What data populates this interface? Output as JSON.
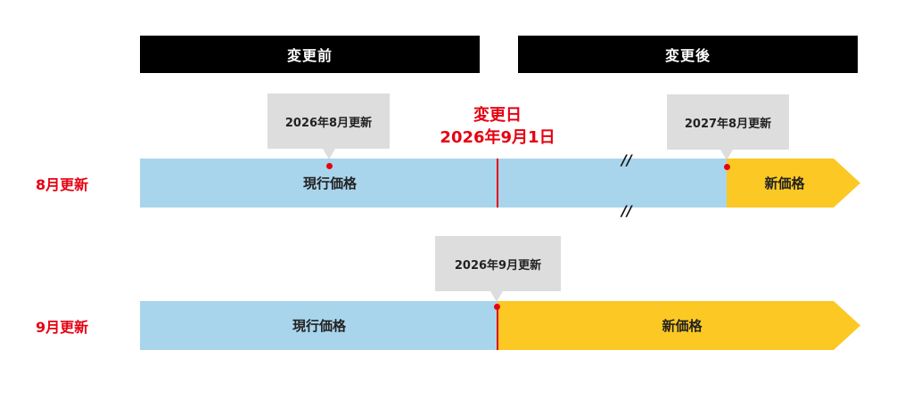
{
  "headers": {
    "before": "変更前",
    "after": "変更後"
  },
  "change_date": {
    "title": "変更日",
    "date": "2026年9月1日"
  },
  "rows": {
    "august": {
      "label": "8月更新",
      "current_price": "現行価格",
      "new_price": "新価格",
      "callout_left": "2026年8月更新",
      "callout_right": "2027年8月更新",
      "break_mark": "//"
    },
    "september": {
      "label": "9月更新",
      "current_price": "現行価格",
      "new_price": "新価格",
      "callout": "2026年9月更新"
    }
  },
  "colors": {
    "header_bg": "#000000",
    "current_price": "#a9d5ec",
    "new_price": "#fcc823",
    "accent_red": "#e60012",
    "callout_bg": "#dddddd"
  }
}
